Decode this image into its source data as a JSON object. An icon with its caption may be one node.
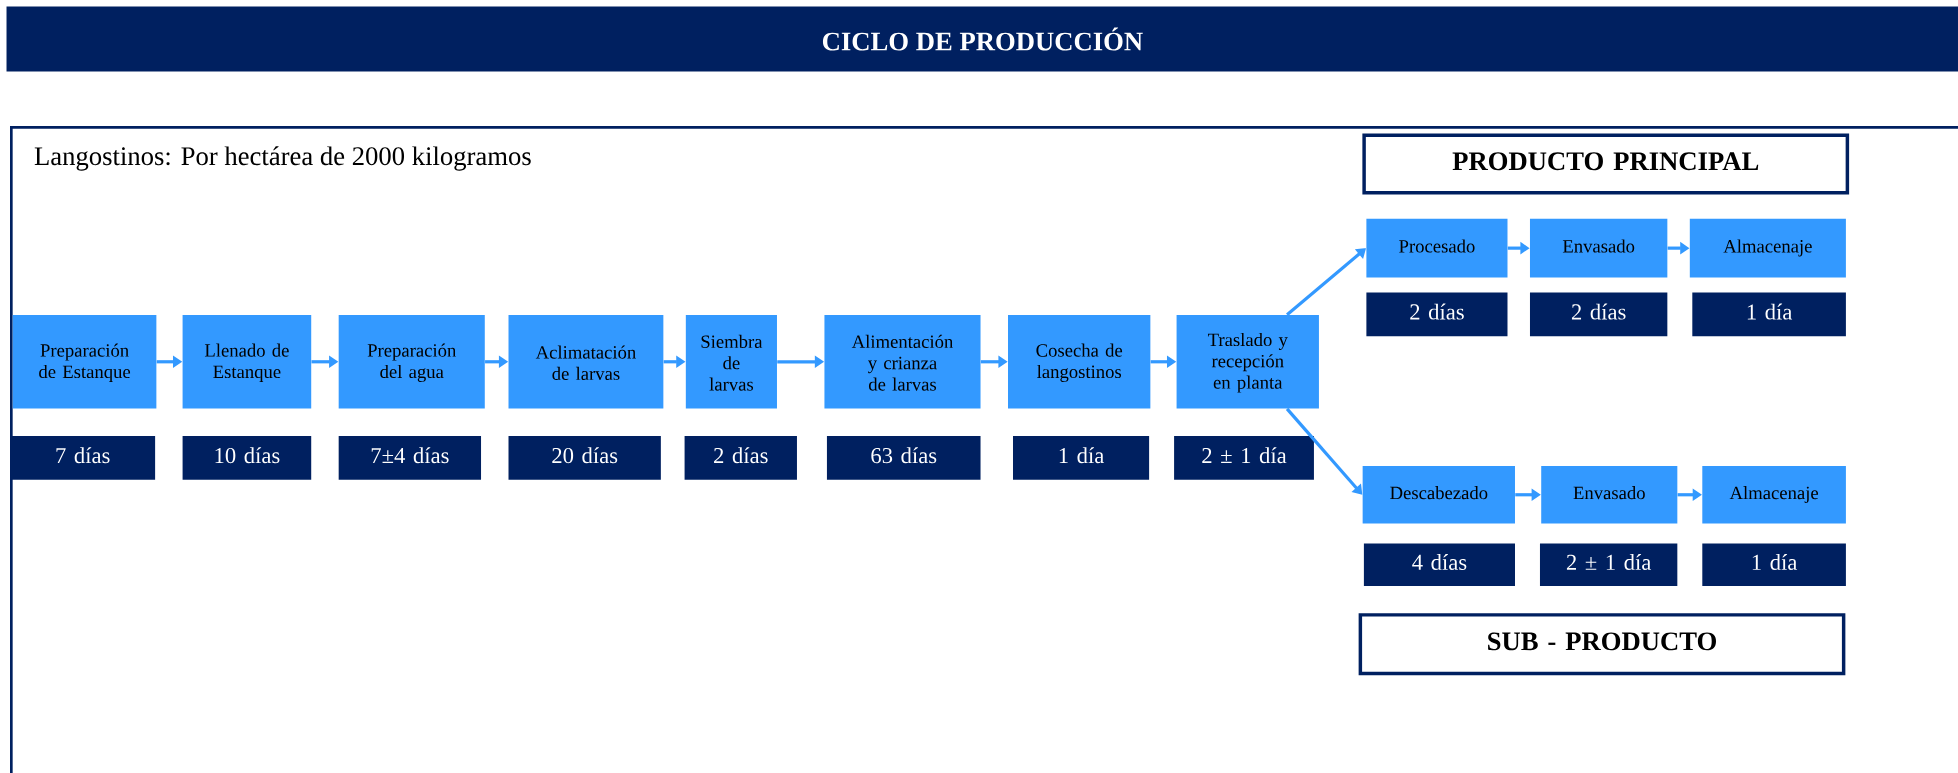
{
  "diagram": {
    "title": "CICLO DE PRODUCCIÓN",
    "nodes": [
      {
        "text": [
          "Langostinos: Por hectárea de 2000 kilogramos"
        ]
      },
      {
        "text": [
          "Preparación de Estanque"
        ],
        "in": 0
      },
      {
        "text": [
          "Llenado de Estanque"
        ],
        "in": 0
      },
      {
        "text": [
          "Preparación del agua"
        ],
        "in": 0
      },
      {
        "text": [
          "Aclimatación de larvas"
        ],
        "in": 0
      },
      {
        "text": [
          "Siembra de larvas"
        ],
        "in": 0
      },
      {
        "text": [
          "Alimentación y crianza de larvas"
        ],
        "in": 0
      },
      {
        "text": [
          "Cosecha de langostinos"
        ],
        "in": 0
      },
      {
        "text": [
          "Traslado y recepción en planta"
        ],
        "in": 0
      },
      {
        "text": [
          "7 días"
        ],
        "in": 0
      },
      {
        "text": [
          "10 días"
        ],
        "in": 0
      },
      {
        "text": [
          "7±4 días"
        ],
        "in": 0
      },
      {
        "text": [
          "20 días"
        ],
        "in": 0
      },
      {
        "text": [
          "2 días"
        ],
        "in": 0
      },
      {
        "text": [
          "63 días"
        ],
        "in": 0
      },
      {
        "text": [
          "1 día"
        ],
        "in": 0
      },
      {
        "text": [
          "2 ± 1 día"
        ],
        "in": 0
      },
      {
        "text": [
          "PRODUCTO PRINCIPAL"
        ],
        "in": 0
      },
      {
        "text": [
          "Procesado"
        ],
        "in": 0
      },
      {
        "text": [
          "Envasado"
        ],
        "in": 0
      },
      {
        "text": [
          "Almacenaje"
        ],
        "in": 0
      },
      {
        "text": [
          "2 días"
        ],
        "in": 0
      },
      {
        "text": [
          "2 días"
        ],
        "in": 0
      },
      {
        "text": [
          "1 día"
        ],
        "in": 0
      },
      {
        "text": [
          "Descabezado"
        ],
        "in": 0
      },
      {
        "text": [
          "Envasado"
        ],
        "in": 0
      },
      {
        "text": [
          "Almacenaje"
        ],
        "in": 0
      },
      {
        "text": [
          "4 días"
        ],
        "in": 0
      },
      {
        "text": [
          "2 ± 1 día"
        ],
        "in": 0
      },
      {
        "text": [
          "1 día"
        ],
        "in": 0
      },
      {
        "text": [
          "SUB - PRODUCTO"
        ],
        "in": 0
      }
    ],
    "edges": [
      {
        "from": 1,
        "to": 2,
        "arrow": "to"
      },
      {
        "from": 2,
        "to": 3,
        "arrow": "to"
      },
      {
        "from": 3,
        "to": 4,
        "arrow": "to"
      },
      {
        "from": 4,
        "to": 5,
        "arrow": "to"
      },
      {
        "from": 5,
        "to": 6,
        "arrow": "to"
      },
      {
        "from": 6,
        "to": 7,
        "arrow": "to"
      },
      {
        "from": 7,
        "to": 8,
        "arrow": "to"
      },
      {
        "from": 8,
        "to": 18,
        "arrow": "to"
      },
      {
        "from": 18,
        "to": 19,
        "arrow": "to"
      },
      {
        "from": 19,
        "to": 20,
        "arrow": "to"
      },
      {
        "from": 8,
        "to": 24,
        "arrow": "to"
      },
      {
        "from": 24,
        "to": 25,
        "arrow": "to"
      },
      {
        "from": 25,
        "to": 26,
        "arrow": "to"
      }
    ]
  }
}
